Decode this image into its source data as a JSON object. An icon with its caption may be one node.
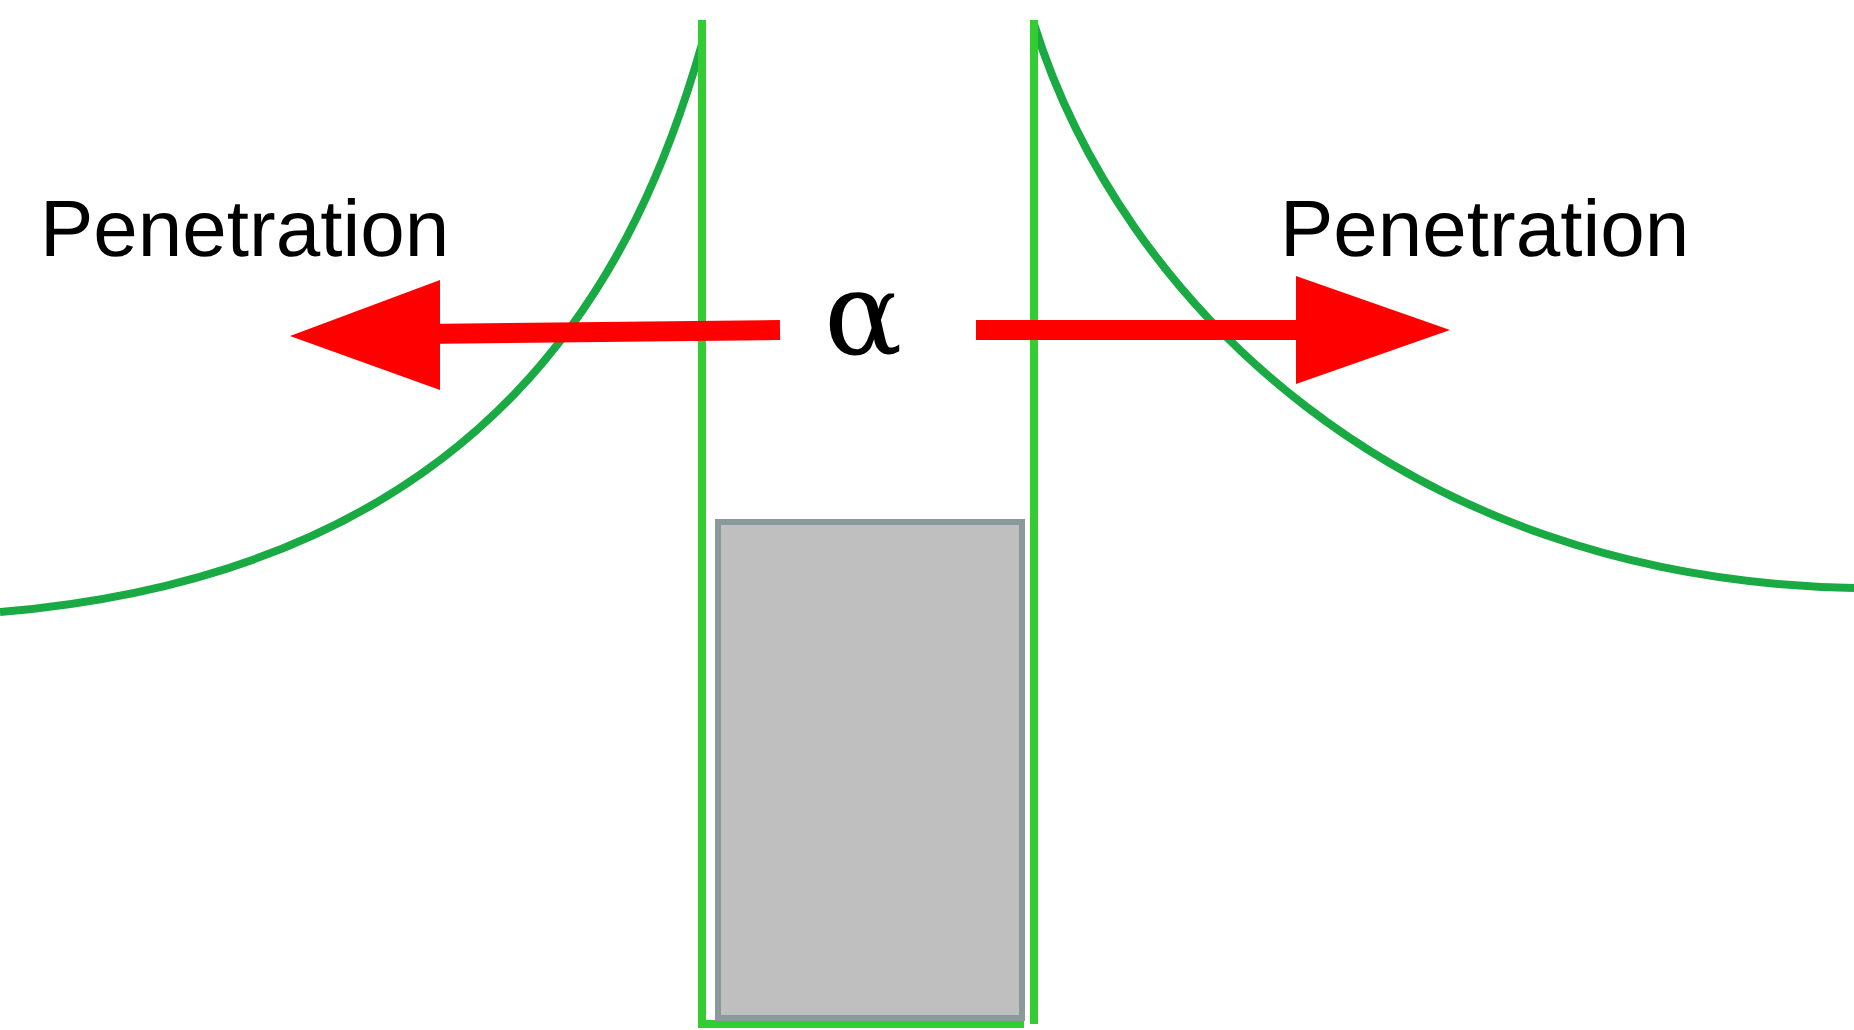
{
  "diagram": {
    "labels": [
      "Penetration",
      "α",
      "Penetration"
    ]
  }
}
